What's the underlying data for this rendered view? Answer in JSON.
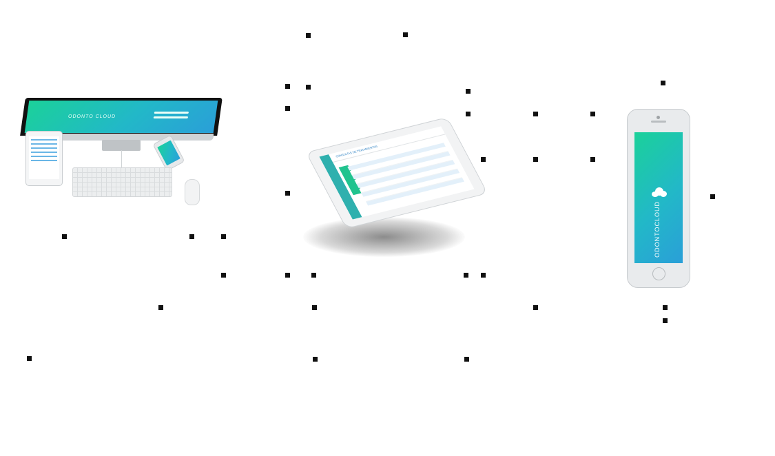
{
  "brand": {
    "name": "ODONTOCLOUD",
    "screen_gradient": [
      "#1bd19a",
      "#2a9fd8"
    ],
    "accent_green": "#20c38e",
    "accent_blue": "#2a7fc2"
  },
  "desktop": {
    "screen_brand": "ODONTO CLOUD"
  },
  "tablet": {
    "app_title": "CONSULTAS DE TRATAMIENTOS"
  },
  "phone": {
    "splash_brand": "ODONTOCLOUD"
  },
  "icons": [
    "cloud-icon",
    "apple-logo-icon"
  ]
}
